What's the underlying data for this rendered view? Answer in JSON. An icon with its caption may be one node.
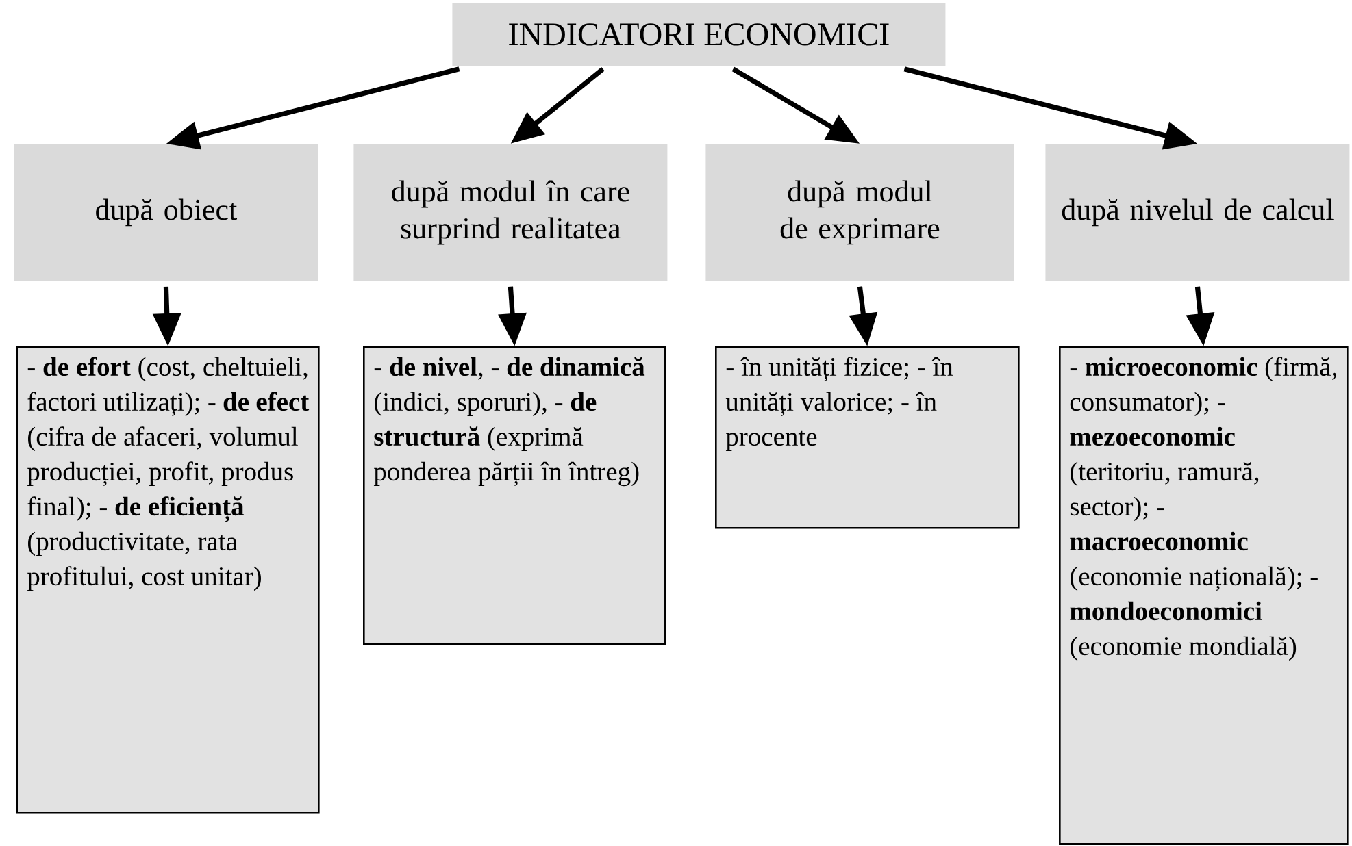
{
  "diagram": {
    "nodes": [
      {
        "text": [
          "INDICATORI ECONOMICI"
        ]
      },
      {
        "text": [
          "după obiect"
        ]
      },
      {
        "text": [
          "după modul în care surprind realitatea"
        ]
      },
      {
        "text": [
          "după modul de exprimare"
        ]
      },
      {
        "text": [
          "după nivelul de calcul"
        ]
      },
      {
        "text": [
          "- **de efort** (cost, cheltuieli, factori utilizați); - **de efect** (cifra de afaceri, volumul producției, profit, produs final); - **de eficiență** (productivitate, rata profitului, cost unitar)"
        ]
      },
      {
        "text": [
          "- **de nivel**, - **de dinamică** (indici, sporuri), - **de structură** (exprimă ponderea părții în întreg)"
        ]
      },
      {
        "text": [
          "- în unități fizice; - în unități valorice; - în procente"
        ]
      },
      {
        "text": [
          "- **microeconomic** (firmă, consumator); - **mezoeconomic** (teritoriu, ramură, sector); - **macroeconomic** (economie națională); - **mondoeconomici** (economie mondială)"
        ]
      }
    ],
    "edges": [
      {
        "from": 0,
        "to": 1,
        "arrow": "to"
      },
      {
        "from": 0,
        "to": 2,
        "arrow": "to"
      },
      {
        "from": 0,
        "to": 3,
        "arrow": "to"
      },
      {
        "from": 0,
        "to": 4,
        "arrow": "to"
      },
      {
        "from": 1,
        "to": 5,
        "arrow": "to"
      },
      {
        "from": 2,
        "to": 6,
        "arrow": "to"
      },
      {
        "from": 3,
        "to": 7,
        "arrow": "to"
      },
      {
        "from": 4,
        "to": 8,
        "arrow": "to"
      }
    ]
  }
}
